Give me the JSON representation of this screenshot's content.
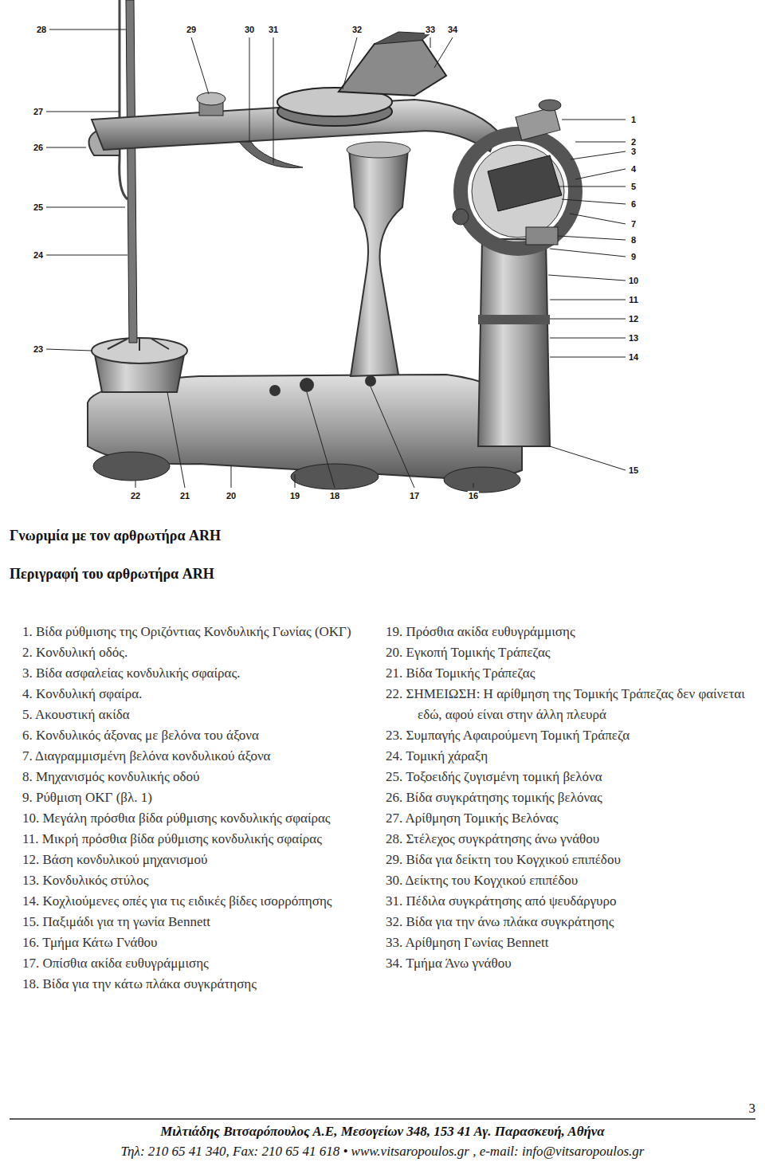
{
  "diagram": {
    "title": "Γνωριμία με τον αρθρωτήρα ARH",
    "labels": [
      "1",
      "2",
      "3",
      "4",
      "5",
      "6",
      "7",
      "8",
      "9",
      "10",
      "11",
      "12",
      "13",
      "14",
      "15",
      "16",
      "17",
      "18",
      "19",
      "20",
      "21",
      "22",
      "23",
      "24",
      "25",
      "26",
      "27",
      "28",
      "29",
      "30",
      "31",
      "32",
      "33",
      "34",
      "Περιγραφή του αρθρωτήρα ARH",
      "1. Βίδα ρύθμισης της Οριζόντιας Κονδυλικής Γωνίας (ΟΚΓ)",
      "2. Κονδυλική οδός.",
      "3. Βίδα ασφαλείας κονδυλικής σφαίρας.",
      "4. Κονδυλική σφαίρα.",
      "5. Ακουστική ακίδα",
      "6. Κονδυλικός άξονας με βελόνα του άξονα",
      "7. Διαγραμμισμένη βελόνα κονδυλικού άξονα",
      "8. Μηχανισμός κονδυλικής οδού",
      "9. Ρύθμιση ΟΚΓ (βλ. 1)",
      "10. Μεγάλη πρόσθια βίδα ρύθμισης κονδυλικής σφαίρας",
      "11. Μικρή πρόσθια βίδα ρύθμισης κονδυλικής σφαίρας",
      "12. Βάση κονδυλικού μηχανισμού",
      "13. Κονδυλικός στύλος",
      "14. Κοχλιούμενες οπές για τις ειδικές βίδες ισορρόπησης",
      "15. Παξιμάδι για τη γωνία Bennett",
      "16. Τμήμα Κάτω Γνάθου",
      "17. Οπίσθια ακίδα ευθυγράμμισης",
      "18. Βίδα για την κάτω πλάκα συγκράτησης",
      "19. Πρόσθια ακίδα ευθυγράμμισης",
      "20. Εγκοπή Τομικής Τράπεζας",
      "21. Βίδα Τομικής Τράπεζας",
      "22. ΣΗΜΕΙΩΣΗ: Η αρίθμηση της Τομικής Τράπεζας δεν φαίνεται εδώ, αφού είναι στην άλλη πλευρά",
      "23. Συμπαγής Αφαιρούμενη Τομική Τράπεζα",
      "24. Τομική χάραξη",
      "25. Τοξοειδής ζυγισμένη τομική βελόνα",
      "26. Βίδα συγκράτησης τομικής βελόνας",
      "27. Αρίθμηση Τομικής Βελόνας",
      "28. Στέλεχος συγκράτησης άνω γνάθου",
      "29. Βίδα για δείκτη του Κογχικού επιπέδου",
      "30. Δείκτης του Κογχικού επιπέδου",
      "31. Πέδιλα συγκράτησης από ψευδάργυρο",
      "32. Βίδα για την άνω πλάκα συγκράτησης",
      "33. Αρίθμηση Γωνίας Bennett",
      "34. Τμήμα Άνω γνάθου",
      "Μιλτιάδης Βιτσαρόπουλος Α.Ε, Μεσογείων 348, 153 41 Αγ. Παρασκευή, Αθήνα",
      "Τηλ: 210 65 41 340, Fax: 210 65 41 618 • www.vitsaropoulos.gr , e-mail: info@vitsaropoulos.gr",
      "3"
    ]
  }
}
